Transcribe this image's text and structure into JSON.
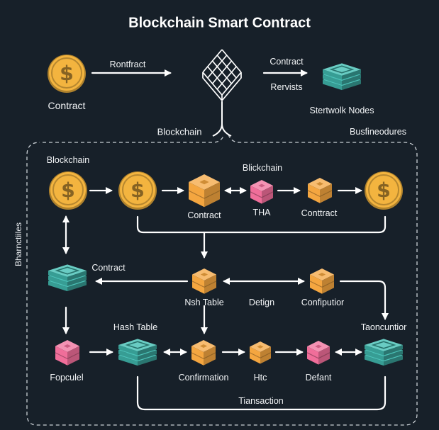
{
  "title": "Blockchain Smart Contract",
  "top_row": {
    "coin_label": "Contract",
    "arrow_label": "Rontfract",
    "contract_label": "Contract",
    "revisits_label": "Rervists",
    "nodes_label": "Stertwolk Nodes",
    "blockchain_label": "Blockchain",
    "procedures_label": "Busfineodures"
  },
  "panel": {
    "side_label": "Bharnctiiles",
    "blockchain_label": "Blockchain",
    "row1": {
      "contract_label": "Contract",
      "top_label": "Blickchain",
      "tha_label": "THA",
      "contract2_label": "Conttract"
    },
    "row2": {
      "contract_label": "Contract",
      "hash_label": "Nsh Table",
      "design_label": "Detign",
      "config_label": "Confiputior"
    },
    "row3": {
      "hash_label": "Hash Table",
      "popculel_label": "Fopculel",
      "confirmation_label": "Confirmation",
      "htc_label": "Htc",
      "defant_label": "Defant",
      "taoncuntior_label": "Taoncuntior",
      "transaction_label": "Tiansaction"
    }
  },
  "colors": {
    "background": "#172029",
    "coin": "#f3b43f",
    "cube_orange": "#f4a640",
    "cube_pink": "#f06e9a",
    "stack_teal": "#43bfb4",
    "arrow": "#ffffff"
  }
}
